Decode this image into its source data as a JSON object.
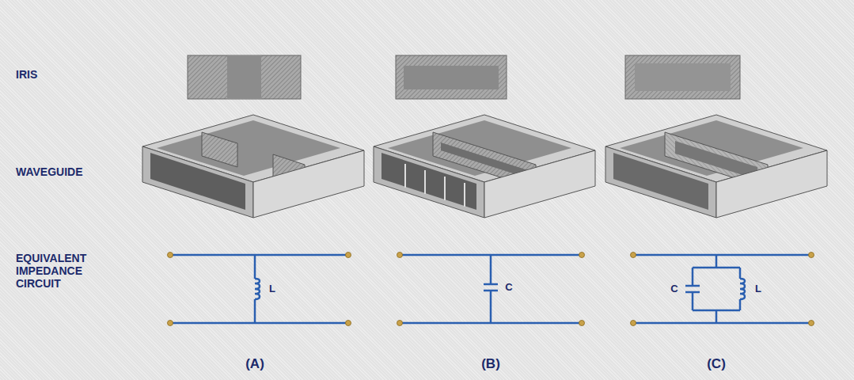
{
  "diagram": {
    "labels": [
      "IRIS",
      "WAVEGUIDE",
      "EQUIVALENT IMPEDANCE CIRCUIT",
      "L",
      "C",
      "C",
      "L",
      "(A)",
      "(B)",
      "(C)"
    ]
  }
}
